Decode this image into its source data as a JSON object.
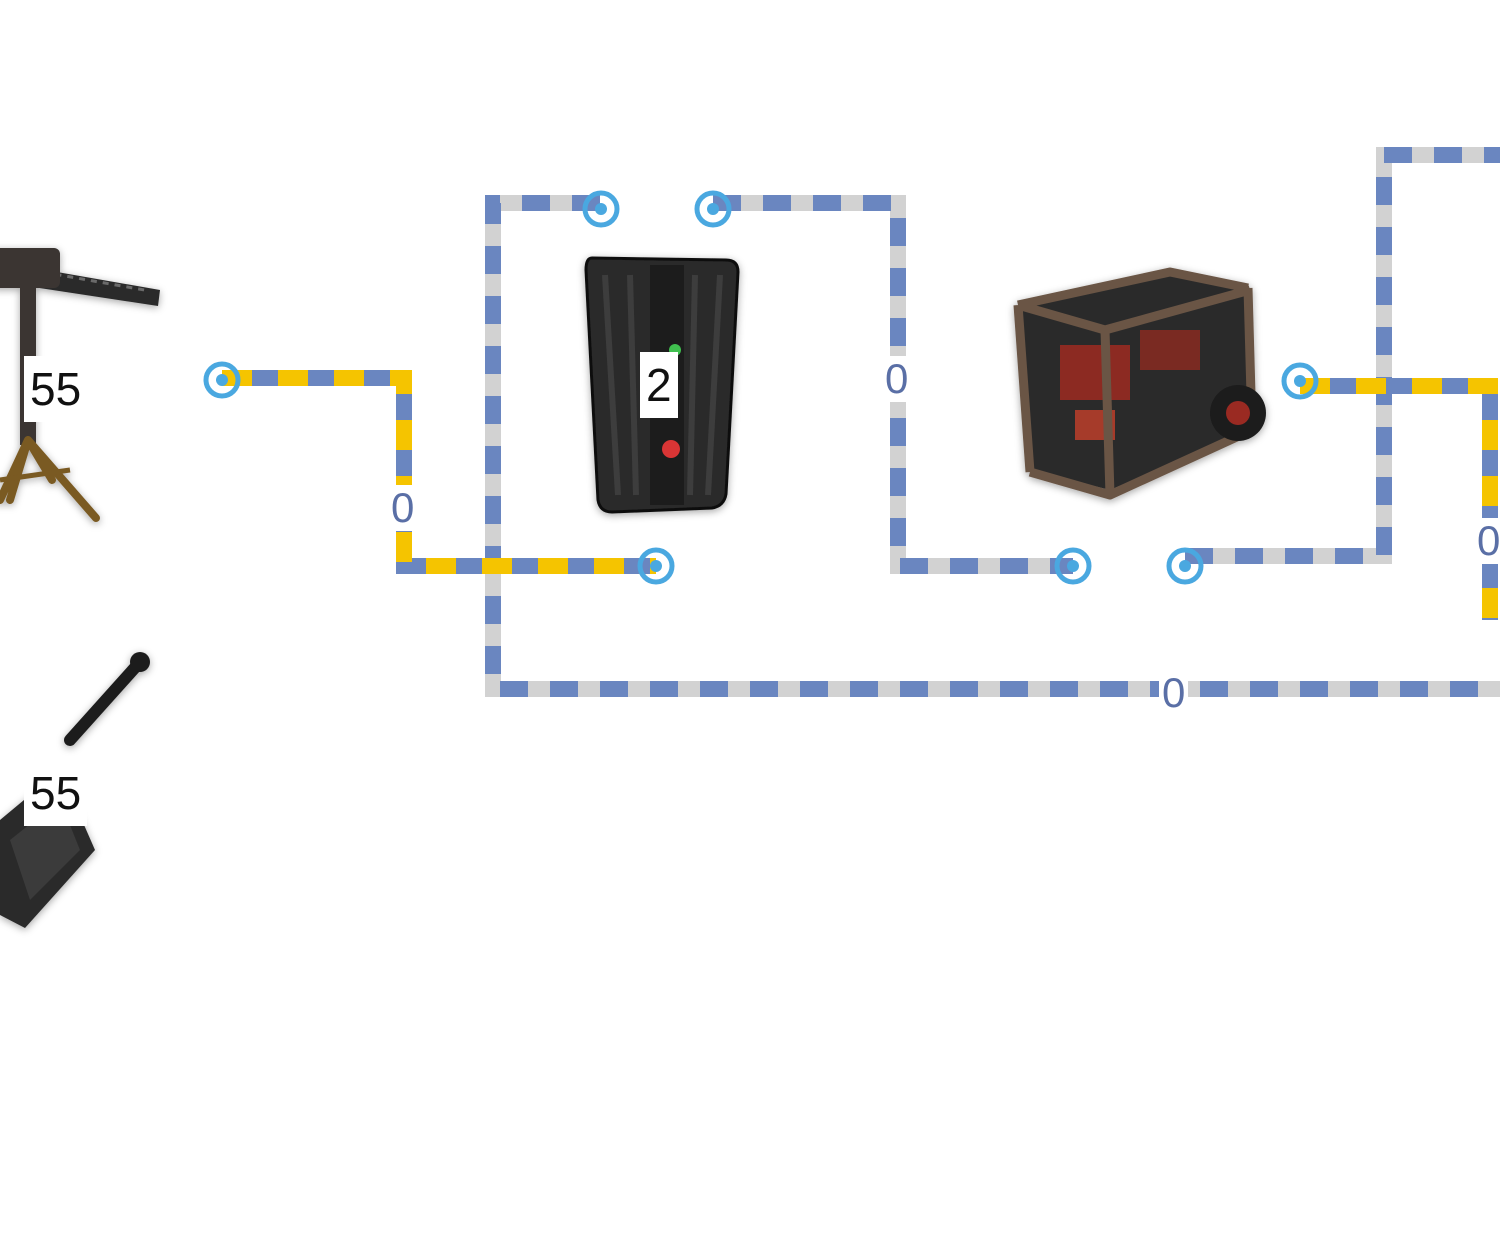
{
  "diagram": {
    "components": {
      "auto_turret": {
        "value": "55",
        "icon": "auto-turret-icon"
      },
      "rf_transmitter": {
        "value": "55",
        "icon": "rf-transmitter-icon"
      },
      "battery": {
        "value": "2",
        "icon": "battery-icon"
      },
      "generator": {
        "icon": "generator-icon"
      }
    },
    "wires": {
      "turret_to_battery": {
        "label": "0"
      },
      "battery_to_generator": {
        "label": "0"
      },
      "bottom_loop": {
        "label": "0"
      },
      "right_branch": {
        "label": "0"
      }
    },
    "colors": {
      "wire_blue": "#6a86c0",
      "wire_gray": "#d2d2d2",
      "wire_yellow": "#f5c400",
      "port_blue": "#4aa8e0",
      "label_blue": "#5a6fa6"
    }
  }
}
